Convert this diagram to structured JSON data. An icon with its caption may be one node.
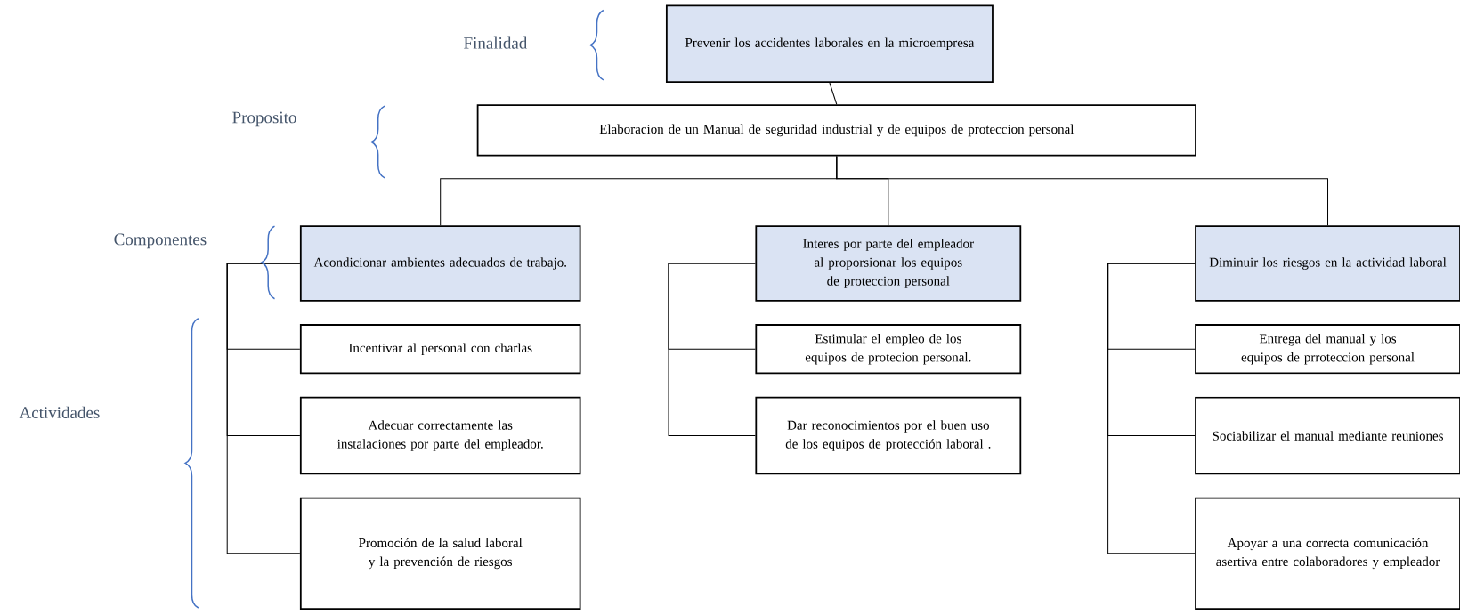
{
  "diagram": {
    "nodes": [
      {
        "text": [
          "Prevenir los accidentes laborales en la microempresa"
        ]
      },
      {
        "text": [
          "Elaboracion de un Manual de seguridad industrial y de equipos de proteccion personal"
        ]
      },
      {
        "text": [
          "Acondicionar ambientes adecuados de trabajo."
        ]
      },
      {
        "text": [
          "Interes por parte del empleador al proporsionar los equipos de proteccion personal"
        ]
      },
      {
        "text": [
          "Diminuir los riesgos en la actividad laboral"
        ]
      },
      {
        "text": [
          "Incentivar al personal con charlas"
        ]
      },
      {
        "text": [
          "Adecuar  correctamente las instalaciones por parte del empleador."
        ]
      },
      {
        "text": [
          "Promoción de la salud laboral y la prevención de riesgos"
        ]
      },
      {
        "text": [
          "Estimular el empleo de los equipos de protecion personal."
        ]
      },
      {
        "text": [
          "Dar reconocimientos por el buen uso de los equipos de protección laboral ."
        ]
      },
      {
        "text": [
          "Entrega del manual y los equipos de prroteccion personal"
        ]
      },
      {
        "text": [
          "Sociabilizar el manual mediante reuniones"
        ]
      },
      {
        "text": [
          "Apoyar  a una correcta comunicación asertiva entre colaboradores y empleador"
        ]
      }
    ],
    "edges": [
      {
        "from": 0,
        "to": 1,
        "arrow": "none"
      },
      {
        "from": 1,
        "to": 2,
        "arrow": "none"
      },
      {
        "from": 1,
        "to": 3,
        "arrow": "none"
      },
      {
        "from": 1,
        "to": 4,
        "arrow": "none"
      },
      {
        "from": 2,
        "to": 5,
        "arrow": "none"
      },
      {
        "from": 2,
        "to": 6,
        "arrow": "none"
      },
      {
        "from": 2,
        "to": 7,
        "arrow": "none"
      },
      {
        "from": 3,
        "to": 8,
        "arrow": "none"
      },
      {
        "from": 3,
        "to": 9,
        "arrow": "none"
      },
      {
        "from": 4,
        "to": 10,
        "arrow": "none"
      },
      {
        "from": 4,
        "to": 11,
        "arrow": "none"
      },
      {
        "from": 4,
        "to": 12,
        "arrow": "none"
      }
    ],
    "labels": [
      "Finalidad",
      "Proposito",
      "Componentes",
      "Actividades"
    ]
  }
}
